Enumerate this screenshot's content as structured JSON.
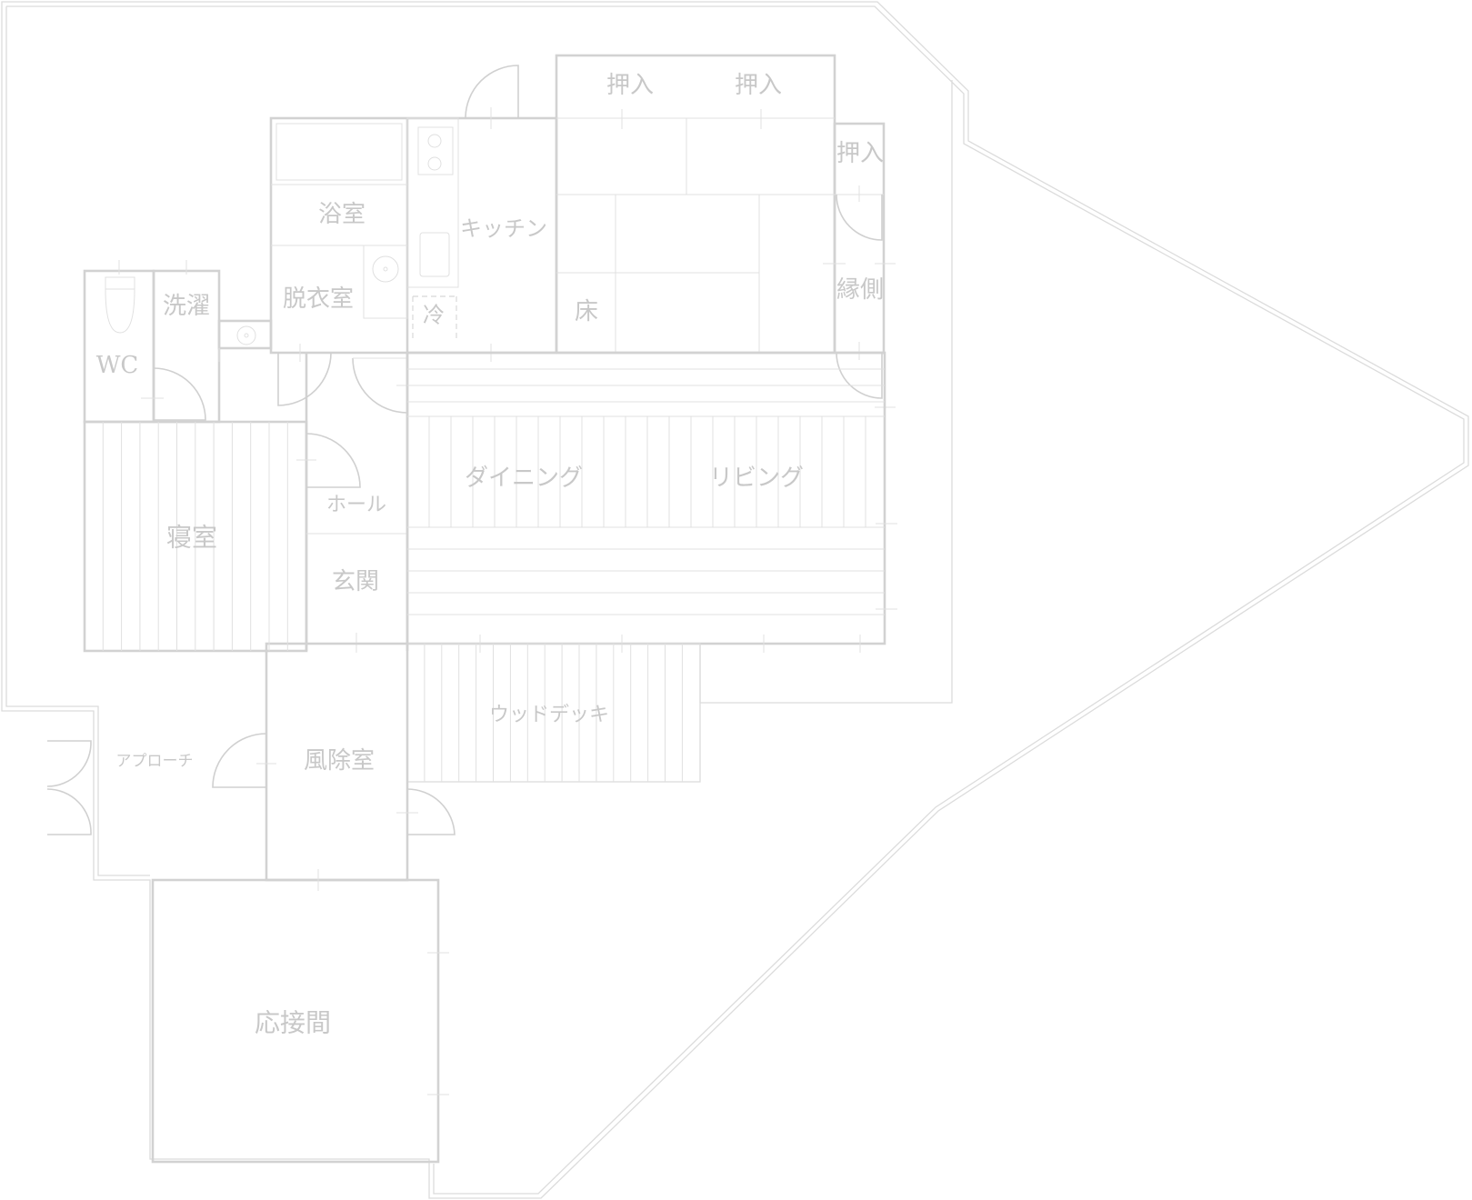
{
  "rooms": {
    "oshiire_1": "押入",
    "oshiire_2": "押入",
    "oshiire_3": "押入",
    "bathroom": "浴室",
    "kitchen": "キッチン",
    "dressing_room": "脱衣室",
    "laundry": "洗濯",
    "refrigerator": "冷",
    "tokonoma": "床",
    "engawa": "縁側",
    "wc": "WC",
    "hall": "ホール",
    "dining": "ダイニング",
    "living": "リビング",
    "bedroom": "寝室",
    "entrance": "玄関",
    "wood_deck": "ウッドデッキ",
    "approach": "アプローチ",
    "windbreak_room": "風除室",
    "reception_room": "応接間"
  },
  "colors": {
    "wall": "#d2d2d2",
    "line": "#e0e0e0",
    "label": "#c8c8c8",
    "background": "#ffffff"
  }
}
